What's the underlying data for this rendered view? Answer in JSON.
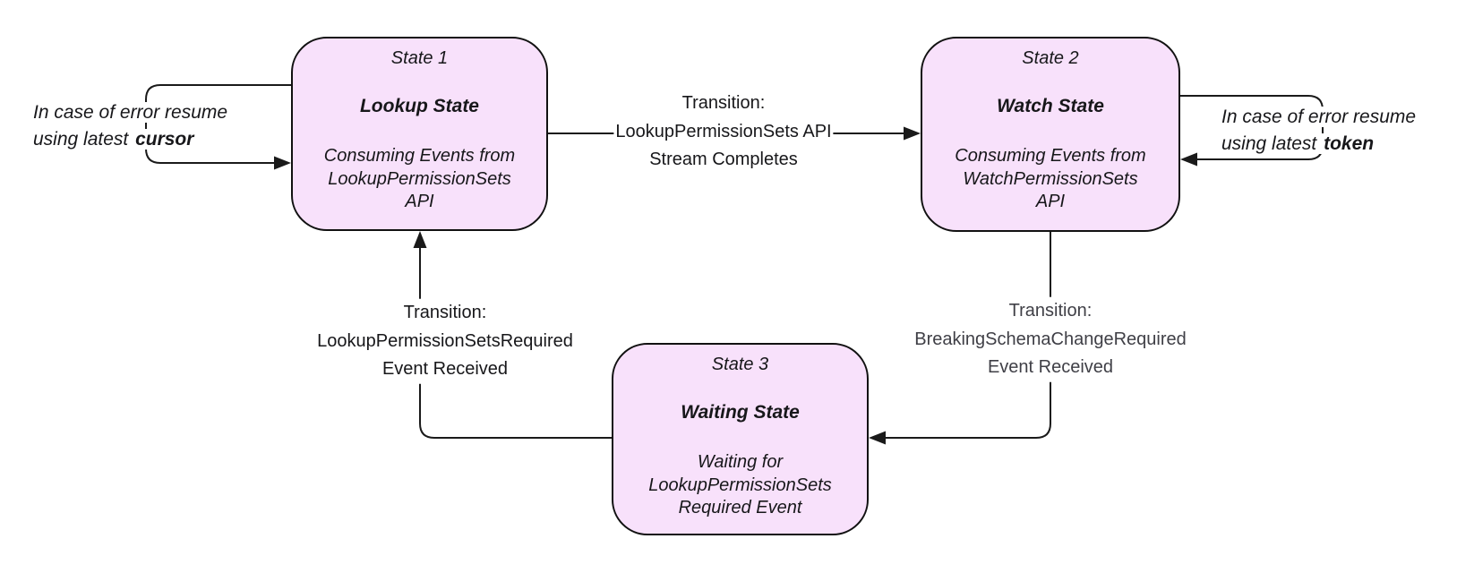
{
  "diagram": {
    "type": "state-machine",
    "background": "#ffffff",
    "colors": {
      "state_fill": "#f8e1fb",
      "state_border": "#111111",
      "connector": "#1a1a1a",
      "label_default": "#17171a",
      "label_gray": "#3f3f46"
    },
    "states": {
      "state1": {
        "title": "State 1",
        "name": "Lookup State",
        "desc1": "Consuming Events from",
        "desc2": "LookupPermissionSets",
        "desc3": "API"
      },
      "state2": {
        "title": "State 2",
        "name": "Watch State",
        "desc1": "Consuming Events from",
        "desc2": "WatchPermissionSets",
        "desc3": "API"
      },
      "state3": {
        "title": "State 3",
        "name": "Waiting State",
        "desc1": "Waiting for",
        "desc2": "LookupPermissionSets",
        "desc3": "Required Event"
      }
    },
    "transitions": {
      "t1": {
        "from": "State 1",
        "to": "State 2",
        "line1": "Transition:",
        "line2": "LookupPermissionSets API",
        "line3": "Stream Completes"
      },
      "t2": {
        "from": "State 2",
        "to": "State 3",
        "line1": "Transition:",
        "line2": "BreakingSchemaChangeRequired",
        "line3": "Event Received"
      },
      "t3": {
        "from": "State 3",
        "to": "State 1",
        "line1": "Transition:",
        "line2": "LookupPermissionSetsRequired",
        "line3": "Event Received"
      }
    },
    "annotations": {
      "left": {
        "line1": "In case of error resume",
        "line2_prefix": "using latest ",
        "line2_bold": "cursor"
      },
      "right": {
        "line1": "In case of error resume",
        "line2_prefix": "using latest ",
        "line2_bold": "token"
      }
    }
  }
}
